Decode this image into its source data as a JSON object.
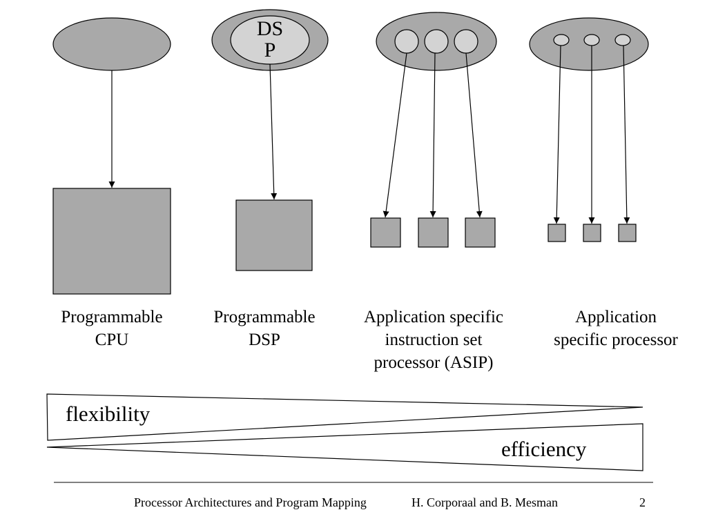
{
  "colors": {
    "fill": "#a9a9a9",
    "inner_fill": "#d3d3d3",
    "stroke": "#000000"
  },
  "columns": [
    {
      "label": "Programmable\nCPU",
      "inner": ""
    },
    {
      "label": "Programmable\nDSP",
      "inner": "DS\nP"
    },
    {
      "label": "Application specific\ninstruction set\nprocessor (ASIP)",
      "inner": ""
    },
    {
      "label": "Application\nspecific processor",
      "inner": ""
    }
  ],
  "tradeoff": {
    "top": "flexibility",
    "bottom": "efficiency"
  },
  "footer": {
    "course": "Processor Architectures and Program Mapping",
    "authors": "H. Corporaal and B. Mesman",
    "page": "2"
  }
}
